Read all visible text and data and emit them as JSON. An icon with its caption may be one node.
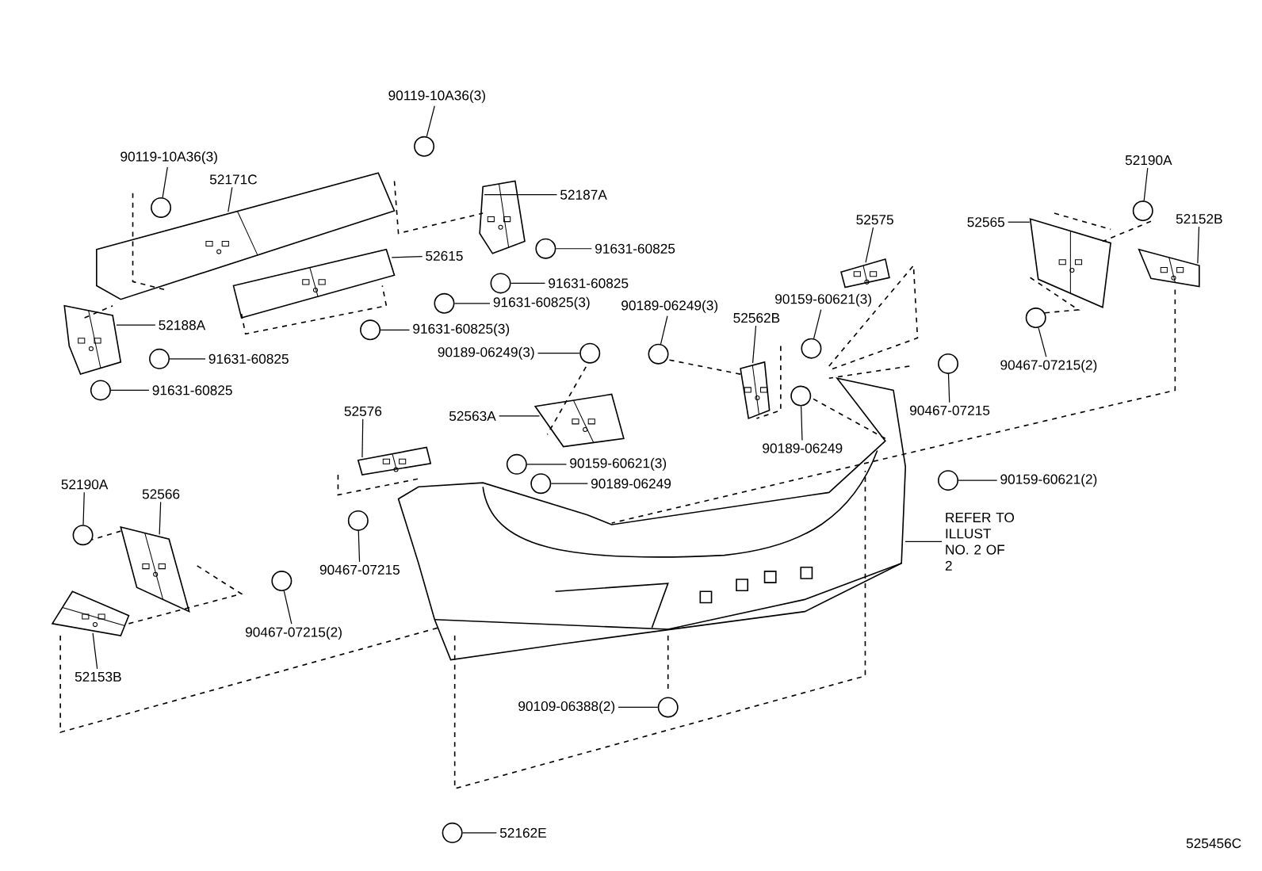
{
  "diagram": {
    "nodes": [
      {
        "text": [
          "90119-10A36(3)"
        ]
      },
      {
        "text": [
          "90119-10A36(3)"
        ]
      },
      {
        "text": [
          "52171C"
        ]
      },
      {
        "text": [
          "52187A"
        ]
      },
      {
        "text": [
          "52615"
        ]
      },
      {
        "text": [
          "91631-60825"
        ]
      },
      {
        "text": [
          "91631-60825"
        ]
      },
      {
        "text": [
          "91631-60825(3)"
        ]
      },
      {
        "text": [
          "91631-60825(3)"
        ]
      },
      {
        "text": [
          "52188A"
        ]
      },
      {
        "text": [
          "91631-60825"
        ]
      },
      {
        "text": [
          "91631-60825"
        ]
      },
      {
        "text": [
          "52575"
        ]
      },
      {
        "text": [
          "52565"
        ]
      },
      {
        "text": [
          "52190A"
        ]
      },
      {
        "text": [
          "52152B"
        ]
      },
      {
        "text": [
          "90159-60621(3)"
        ]
      },
      {
        "text": [
          "90189-06249(3)"
        ]
      },
      {
        "text": [
          "52562B"
        ]
      },
      {
        "text": [
          "90189-06249(3)"
        ]
      },
      {
        "text": [
          "90467-07215(2)"
        ]
      },
      {
        "text": [
          "90467-07215"
        ]
      },
      {
        "text": [
          "52563A"
        ]
      },
      {
        "text": [
          "52576"
        ]
      },
      {
        "text": [
          "90159-60621(3)"
        ]
      },
      {
        "text": [
          "90189-06249"
        ]
      },
      {
        "text": [
          "90189-06249"
        ]
      },
      {
        "text": [
          "90159-60621(2)"
        ]
      },
      {
        "text": [
          "52190A"
        ]
      },
      {
        "text": [
          "52566"
        ]
      },
      {
        "text": [
          "REFER TO ILLUST NO. 2 OF 2"
        ]
      },
      {
        "text": [
          "90467-07215"
        ]
      },
      {
        "text": [
          "90467-07215(2)"
        ]
      },
      {
        "text": [
          "52153B"
        ]
      },
      {
        "text": [
          "90109-06388(2)"
        ]
      },
      {
        "text": [
          "52162E"
        ]
      },
      {
        "text": [],
        "shape": "circle"
      },
      {
        "text": [],
        "shape": "circle"
      },
      {
        "text": [],
        "shape": "picture"
      },
      {
        "text": [],
        "shape": "picture"
      },
      {
        "text": [],
        "shape": "picture"
      },
      {
        "text": [],
        "shape": "circle"
      },
      {
        "text": [],
        "shape": "circle"
      },
      {
        "text": [],
        "shape": "circle"
      },
      {
        "text": [],
        "shape": "circle"
      },
      {
        "text": [],
        "shape": "picture"
      },
      {
        "text": [],
        "shape": "circle"
      },
      {
        "text": [],
        "shape": "circle"
      },
      {
        "text": [],
        "shape": "picture"
      },
      {
        "text": [],
        "shape": "picture"
      },
      {
        "text": [],
        "shape": "circle"
      },
      {
        "text": [],
        "shape": "picture"
      },
      {
        "text": [],
        "shape": "circle"
      },
      {
        "text": [],
        "shape": "circle"
      },
      {
        "text": [],
        "shape": "picture"
      },
      {
        "text": [],
        "shape": "circle"
      },
      {
        "text": [],
        "shape": "circle"
      },
      {
        "text": [],
        "shape": "circle"
      },
      {
        "text": [],
        "shape": "picture"
      },
      {
        "text": [],
        "shape": "picture"
      },
      {
        "text": [],
        "shape": "circle"
      },
      {
        "text": [],
        "shape": "circle"
      },
      {
        "text": [],
        "shape": "circle"
      },
      {
        "text": [],
        "shape": "circle"
      },
      {
        "text": [],
        "shape": "circle"
      },
      {
        "text": [],
        "shape": "picture"
      },
      {
        "text": [],
        "shape": "picture"
      },
      {
        "text": [],
        "shape": "circle"
      },
      {
        "text": [],
        "shape": "circle"
      },
      {
        "text": [],
        "shape": "picture"
      },
      {
        "text": [],
        "shape": "circle"
      },
      {
        "text": [],
        "shape": "circle"
      }
    ],
    "edges": [
      {
        "from": 0,
        "to": 36,
        "arrow": "none"
      },
      {
        "from": 1,
        "to": 37,
        "arrow": "none"
      },
      {
        "from": 2,
        "to": 38,
        "arrow": "none"
      },
      {
        "from": 3,
        "to": 39,
        "arrow": "none"
      },
      {
        "from": 4,
        "to": 40,
        "arrow": "none"
      },
      {
        "from": 5,
        "to": 41,
        "arrow": "none"
      },
      {
        "from": 6,
        "to": 42,
        "arrow": "none"
      },
      {
        "from": 7,
        "to": 43,
        "arrow": "none"
      },
      {
        "from": 8,
        "to": 44,
        "arrow": "none"
      },
      {
        "from": 9,
        "to": 45,
        "arrow": "none"
      },
      {
        "from": 10,
        "to": 46,
        "arrow": "none"
      },
      {
        "from": 11,
        "to": 47,
        "arrow": "none"
      },
      {
        "from": 12,
        "to": 48,
        "arrow": "none"
      },
      {
        "from": 13,
        "to": 49,
        "arrow": "none"
      },
      {
        "from": 14,
        "to": 50,
        "arrow": "none"
      },
      {
        "from": 15,
        "to": 51,
        "arrow": "none"
      },
      {
        "from": 16,
        "to": 52,
        "arrow": "none"
      },
      {
        "from": 17,
        "to": 53,
        "arrow": "none"
      },
      {
        "from": 18,
        "to": 54,
        "arrow": "none"
      },
      {
        "from": 19,
        "to": 55,
        "arrow": "none"
      },
      {
        "from": 20,
        "to": 56,
        "arrow": "none"
      },
      {
        "from": 21,
        "to": 57,
        "arrow": "none"
      },
      {
        "from": 22,
        "to": 58,
        "arrow": "none"
      },
      {
        "from": 23,
        "to": 59,
        "arrow": "none"
      },
      {
        "from": 24,
        "to": 60,
        "arrow": "none"
      },
      {
        "from": 25,
        "to": 61,
        "arrow": "none"
      },
      {
        "from": 26,
        "to": 62,
        "arrow": "none"
      },
      {
        "from": 27,
        "to": 63,
        "arrow": "none"
      },
      {
        "from": 28,
        "to": 64,
        "arrow": "none"
      },
      {
        "from": 29,
        "to": 65,
        "arrow": "none"
      },
      {
        "from": 30,
        "to": 66,
        "arrow": "none"
      },
      {
        "from": 31,
        "to": 67,
        "arrow": "none"
      },
      {
        "from": 32,
        "to": 68,
        "arrow": "none"
      },
      {
        "from": 33,
        "to": 69,
        "arrow": "none"
      },
      {
        "from": 34,
        "to": 70,
        "arrow": "none"
      },
      {
        "from": 35,
        "to": 71,
        "arrow": "none"
      }
    ],
    "labels": [
      "525456C"
    ]
  }
}
